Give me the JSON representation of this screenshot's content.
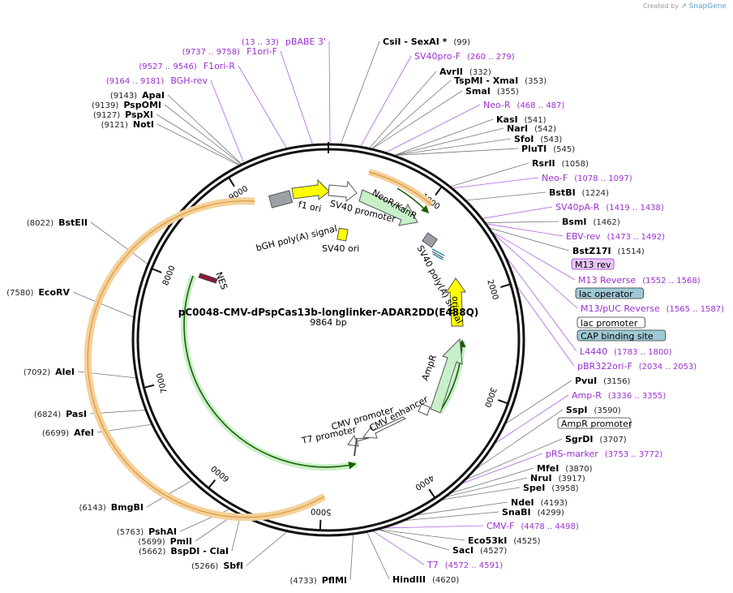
{
  "credit": {
    "prefix": "Created by",
    "brand": "SnapGene"
  },
  "map": {
    "title": "pC0048-CMV-dPspCas13b-longlinker-ADAR2DD(E488Q)",
    "length": "9864 bp",
    "total_bp": 9864
  },
  "ticks": [
    {
      "bp": 1000,
      "label": "1000"
    },
    {
      "bp": 2000,
      "label": "2000"
    },
    {
      "bp": 3000,
      "label": "3000"
    },
    {
      "bp": 4000,
      "label": "4000"
    },
    {
      "bp": 5000,
      "label": "5000"
    },
    {
      "bp": 6000,
      "label": "6000"
    },
    {
      "bp": 7000,
      "label": "7000"
    },
    {
      "bp": 8000,
      "label": "8000"
    },
    {
      "bp": 9000,
      "label": "9000"
    }
  ],
  "features": [
    {
      "name": "f1 ori",
      "color": "#9aa0a6"
    },
    {
      "name": "bGH poly(A) signal",
      "color": "#ffff00"
    },
    {
      "name": "SV40 promoter",
      "color": "#ffffff"
    },
    {
      "name": "NeoR/KanR",
      "color": "#c8f0c8"
    },
    {
      "name": "SV40 ori",
      "color": "#ffff00"
    },
    {
      "name": "SV40 poly(A) signal",
      "color": "#ffff00"
    },
    {
      "name": "ori",
      "color": "#ffff00"
    },
    {
      "name": "AmpR",
      "color": "#c8f0c8"
    },
    {
      "name": "CMV enhancer",
      "color": "#ffffff"
    },
    {
      "name": "CMV promoter",
      "color": "#ffffff"
    },
    {
      "name": "T7 promoter",
      "color": "#ffffff"
    },
    {
      "name": "NES",
      "color": "#8b1a3a"
    }
  ],
  "labels_right": [
    {
      "name": "CsiI",
      "extra": " - SexAI *",
      "pos": "(99)",
      "kind": "enzyme"
    },
    {
      "name": "SV40pro-F",
      "pos": "(260 .. 279)",
      "kind": "primer"
    },
    {
      "name": "AvrII",
      "pos": "(332)",
      "kind": "enzyme"
    },
    {
      "name": "TspMI",
      "extra": " - XmaI",
      "pos": "(353)",
      "kind": "enzyme"
    },
    {
      "name": "SmaI",
      "pos": "(355)",
      "kind": "enzyme"
    },
    {
      "name": "Neo-R",
      "pos": "(468 .. 487)",
      "kind": "primer"
    },
    {
      "name": "KasI",
      "pos": "(541)",
      "kind": "enzyme"
    },
    {
      "name": "NarI",
      "pos": "(542)",
      "kind": "enzyme"
    },
    {
      "name": "SfoI",
      "pos": "(543)",
      "kind": "enzyme"
    },
    {
      "name": "PluTI",
      "pos": "(545)",
      "kind": "enzyme"
    },
    {
      "name": "RsrII",
      "pos": "(1058)",
      "kind": "enzyme"
    },
    {
      "name": "Neo-F",
      "pos": "(1078 .. 1097)",
      "kind": "primer"
    },
    {
      "name": "BstBI",
      "pos": "(1224)",
      "kind": "enzyme"
    },
    {
      "name": "SV40pA-R",
      "pos": "(1419 .. 1438)",
      "kind": "primer"
    },
    {
      "name": "BsmI",
      "pos": "(1462)",
      "kind": "enzyme"
    },
    {
      "name": "EBV-rev",
      "pos": "(1473 .. 1492)",
      "kind": "primer"
    },
    {
      "name": "BstZ17I",
      "pos": "(1514)",
      "kind": "enzyme"
    },
    {
      "name": "M13 rev",
      "pos": "",
      "kind": "boxed",
      "fill": "#e6c8f5",
      "stroke": "#9b30d0",
      "color": "#000"
    },
    {
      "name": "M13 Reverse",
      "pos": "(1552 .. 1568)",
      "kind": "primer"
    },
    {
      "name": "lac operator",
      "pos": "",
      "kind": "boxed",
      "fill": "#9fc9d6",
      "stroke": "#333",
      "color": "#000"
    },
    {
      "name": "M13/pUC Reverse",
      "pos": "(1565 .. 1587)",
      "kind": "primer"
    },
    {
      "name": "lac promoter",
      "pos": "",
      "kind": "boxed",
      "fill": "#ffffff",
      "stroke": "#333",
      "color": "#000"
    },
    {
      "name": "CAP binding site",
      "pos": "",
      "kind": "boxed",
      "fill": "#9fc9d6",
      "stroke": "#333",
      "color": "#000"
    },
    {
      "name": "L4440",
      "pos": "(1783 .. 1800)",
      "kind": "primer"
    },
    {
      "name": "pBR322ori-F",
      "pos": "(2034 .. 2053)",
      "kind": "primer"
    },
    {
      "name": "PvuI",
      "pos": "(3156)",
      "kind": "enzyme"
    },
    {
      "name": "Amp-R",
      "pos": "(3336 .. 3355)",
      "kind": "primer"
    },
    {
      "name": "SspI",
      "pos": "(3590)",
      "kind": "enzyme"
    },
    {
      "name": "AmpR promoter",
      "pos": "",
      "kind": "boxed",
      "fill": "#ffffff",
      "stroke": "#333",
      "color": "#000"
    },
    {
      "name": "SgrDI",
      "pos": "(3707)",
      "kind": "enzyme"
    },
    {
      "name": "pRS-marker",
      "pos": "(3753 .. 3772)",
      "kind": "primer"
    },
    {
      "name": "MfeI",
      "pos": "(3870)",
      "kind": "enzyme"
    },
    {
      "name": "NruI",
      "pos": "(3917)",
      "kind": "enzyme"
    },
    {
      "name": "SpeI",
      "pos": "(3958)",
      "kind": "enzyme"
    },
    {
      "name": "NdeI",
      "pos": "(4193)",
      "kind": "enzyme"
    },
    {
      "name": "SnaBI",
      "pos": "(4299)",
      "kind": "enzyme"
    },
    {
      "name": "CMV-F",
      "pos": "(4478 .. 4498)",
      "kind": "primer"
    },
    {
      "name": "Eco53kI",
      "pos": "(4525)",
      "kind": "enzyme"
    },
    {
      "name": "SacI",
      "pos": "(4527)",
      "kind": "enzyme"
    },
    {
      "name": "T7",
      "pos": "(4572 .. 4591)",
      "kind": "primer"
    },
    {
      "name": "HindIII",
      "pos": "(4620)",
      "kind": "enzyme"
    }
  ],
  "labels_left": [
    {
      "name": "pBABE 3'",
      "pos": "(13 .. 33)",
      "kind": "primer"
    },
    {
      "name": "F1ori-F",
      "pos": "(9737 .. 9758)",
      "kind": "primer"
    },
    {
      "name": "F1ori-R",
      "pos": "(9527 .. 9546)",
      "kind": "primer"
    },
    {
      "name": "BGH-rev",
      "pos": "(9164 .. 9181)",
      "kind": "primer"
    },
    {
      "name": "ApaI",
      "pos": "(9143)",
      "kind": "enzyme"
    },
    {
      "name": "PspOMI",
      "pos": "(9139)",
      "kind": "enzyme"
    },
    {
      "name": "PspXI",
      "pos": "(9127)",
      "kind": "enzyme"
    },
    {
      "name": "NotI",
      "pos": "(9121)",
      "kind": "enzyme"
    },
    {
      "name": "BstEII",
      "pos": "(8022)",
      "kind": "enzyme"
    },
    {
      "name": "EcoRV",
      "pos": "(7580)",
      "kind": "enzyme"
    },
    {
      "name": "AleI",
      "pos": "(7092)",
      "kind": "enzyme"
    },
    {
      "name": "PasI",
      "pos": "(6824)",
      "kind": "enzyme"
    },
    {
      "name": "AfeI",
      "pos": "(6699)",
      "kind": "enzyme"
    },
    {
      "name": "BmgBI",
      "pos": "(6143)",
      "kind": "enzyme"
    },
    {
      "name": "PshAI",
      "pos": "(5763)",
      "kind": "enzyme"
    },
    {
      "name": "PmlI",
      "pos": "(5699)",
      "kind": "enzyme"
    },
    {
      "name": "BspDI",
      "extra": " - ClaI",
      "pos": "(5662)",
      "kind": "enzyme"
    },
    {
      "name": "SbfI",
      "pos": "(5266)",
      "kind": "enzyme"
    },
    {
      "name": "PflMI",
      "pos": "(4733)",
      "kind": "enzyme"
    }
  ]
}
